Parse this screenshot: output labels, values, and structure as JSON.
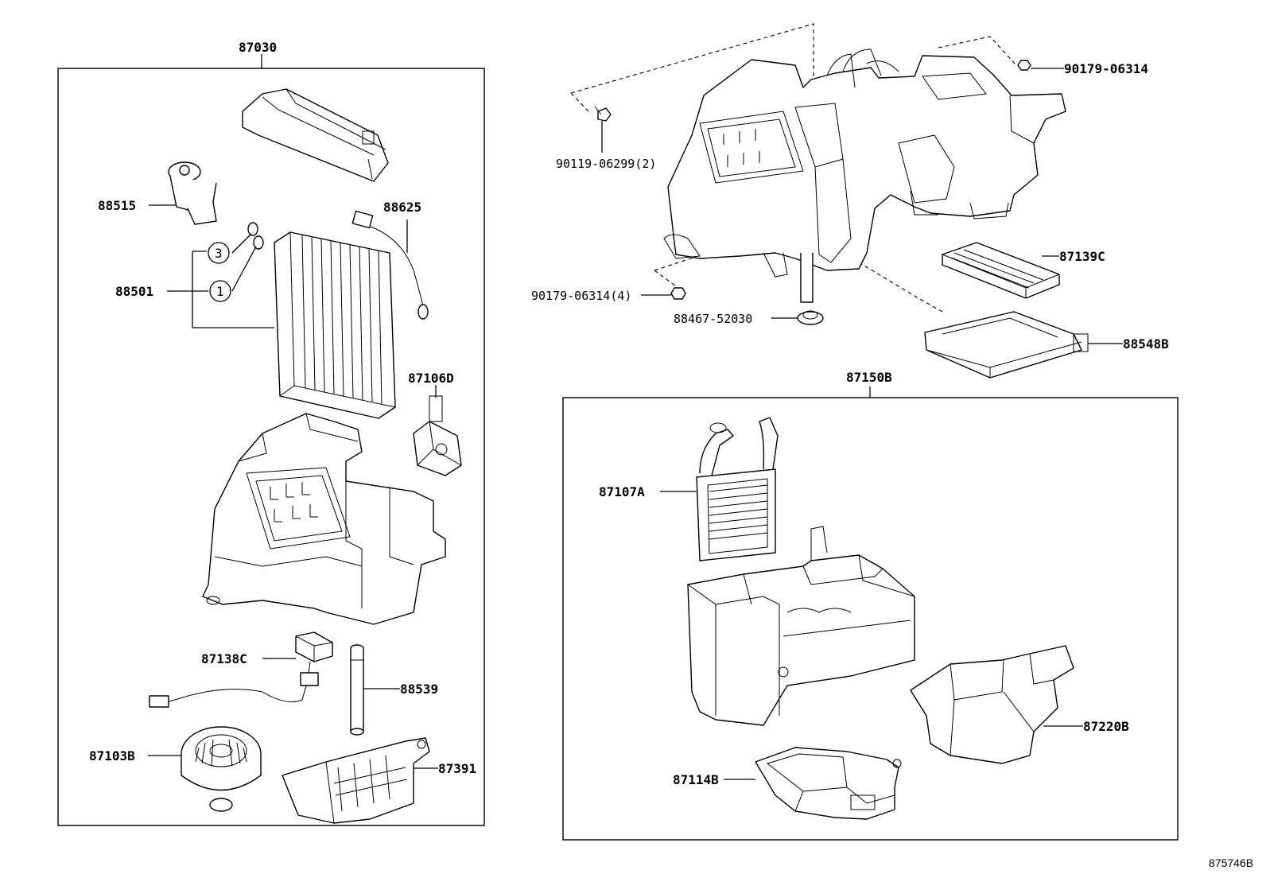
{
  "assemblies": {
    "left_box_label": "87030",
    "right_box_label": "87150B"
  },
  "parts": {
    "p88515": "88515",
    "p88625": "88625",
    "p88501": "88501",
    "p87106D": "87106D",
    "p87138C": "87138C",
    "p88539": "88539",
    "p87103B": "87103B",
    "p87391": "87391",
    "p90179_top": "90179-06314",
    "p90119": "90119-06299(2)",
    "p87139C": "87139C",
    "p90179_4": "90179-06314(4)",
    "p88467": "88467-52030",
    "p88548B": "88548B",
    "p87107A": "87107A",
    "p87220B": "87220B",
    "p87114B": "87114B"
  },
  "callouts": {
    "c1": "1",
    "c3": "3"
  },
  "figure_code": "875746B"
}
